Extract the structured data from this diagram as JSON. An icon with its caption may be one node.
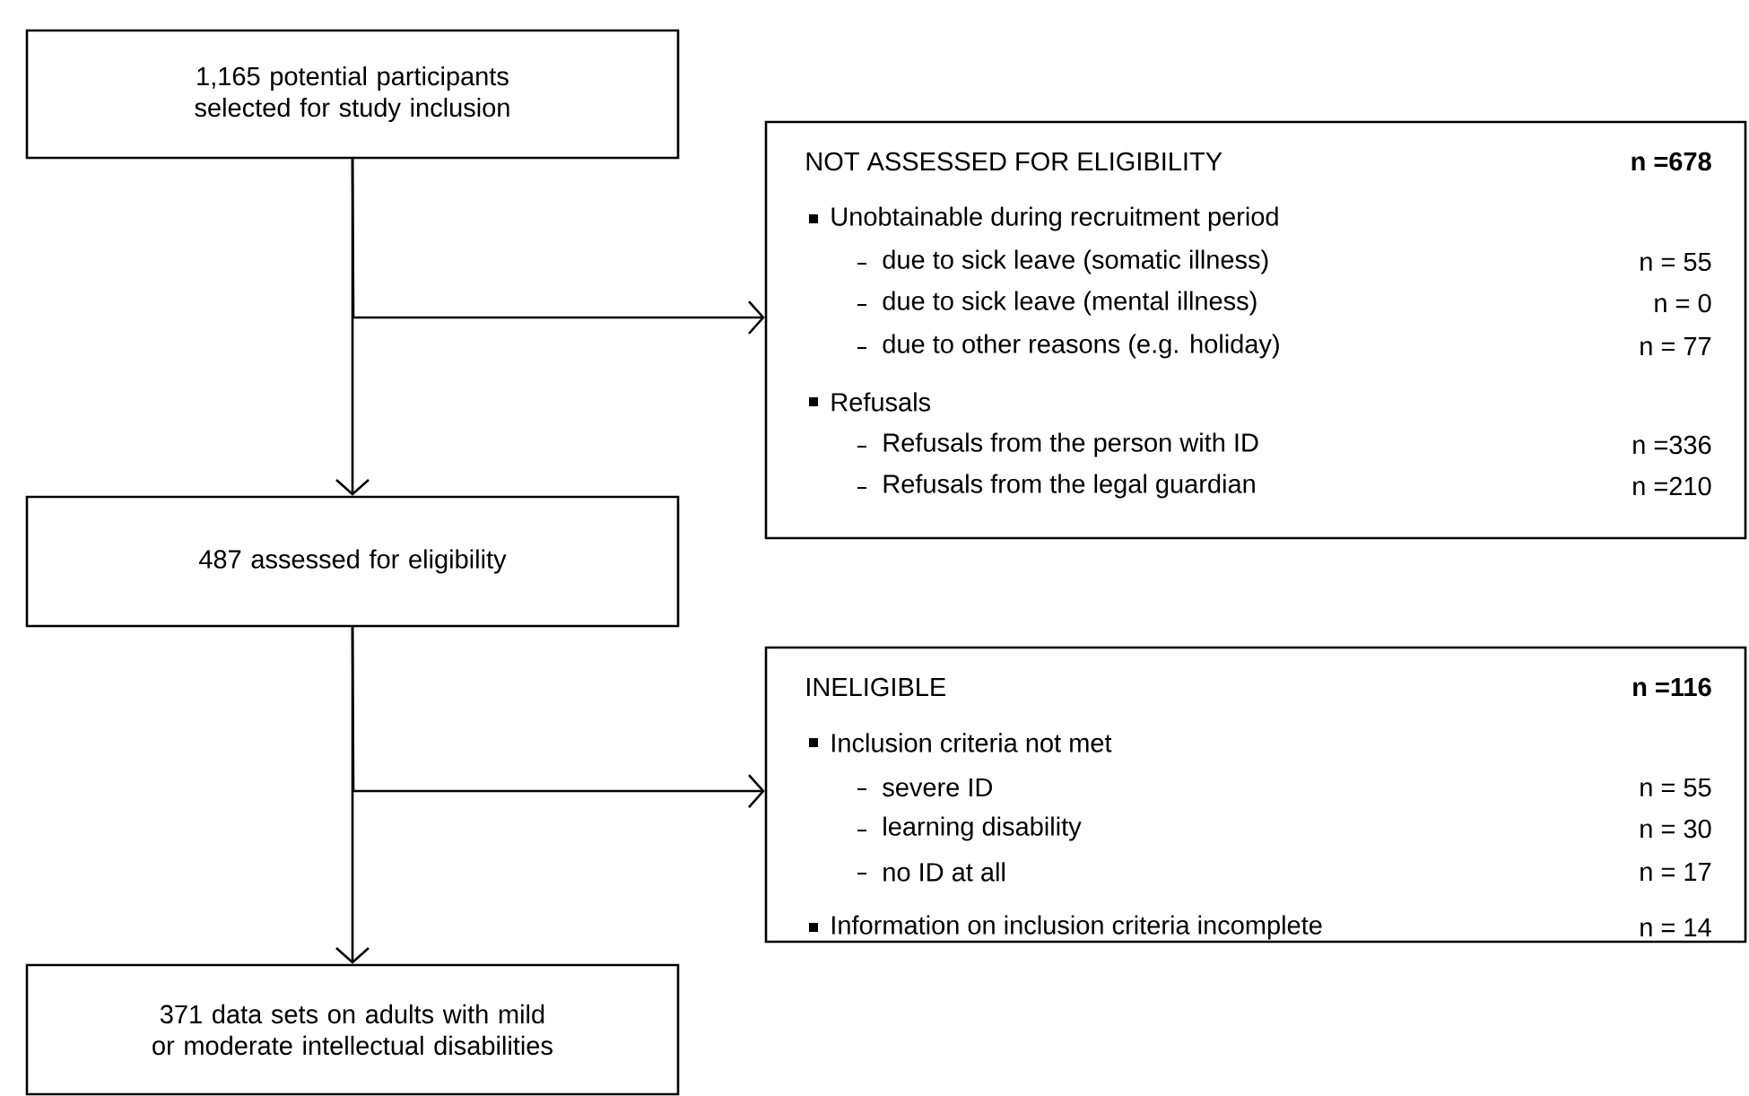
{
  "diagram": {
    "nodes": [
      {
        "text": [
          "1,165 potential participants selected for study inclusion"
        ]
      },
      {
        "text": [
          "NOT ASSESSED FOR ELIGIBILITY",
          "n =678",
          "Unobtainable during recruitment period",
          "due to sick leave (somatic illness)",
          "n = 55",
          "due to sick leave (mental illness)",
          "n = 0",
          "due to other reasons (e.g. holiday)",
          "n = 77",
          "Refusals",
          "Refusals from the person with ID",
          "n =336",
          "Refusals from the legal guardian",
          "n =210"
        ]
      },
      {
        "text": [
          "487 assessed for eligibility"
        ]
      },
      {
        "text": [
          "INELIGIBLE",
          "n =116",
          "Inclusion criteria not met",
          "severe ID",
          "n = 55",
          "learning disability",
          "n = 30",
          "no ID at all",
          "n = 17",
          "Information on inclusion criteria incomplete",
          "n = 14"
        ]
      },
      {
        "text": [
          "371 data sets on adults with mild or moderate intellectual disabilities"
        ]
      }
    ],
    "edges": [
      {
        "from": 0,
        "to": 2,
        "arrow": "to"
      },
      {
        "from": 0,
        "to": 1,
        "arrow": "to"
      },
      {
        "from": 2,
        "to": 4,
        "arrow": "to"
      },
      {
        "from": 2,
        "to": 3,
        "arrow": "to"
      }
    ]
  }
}
